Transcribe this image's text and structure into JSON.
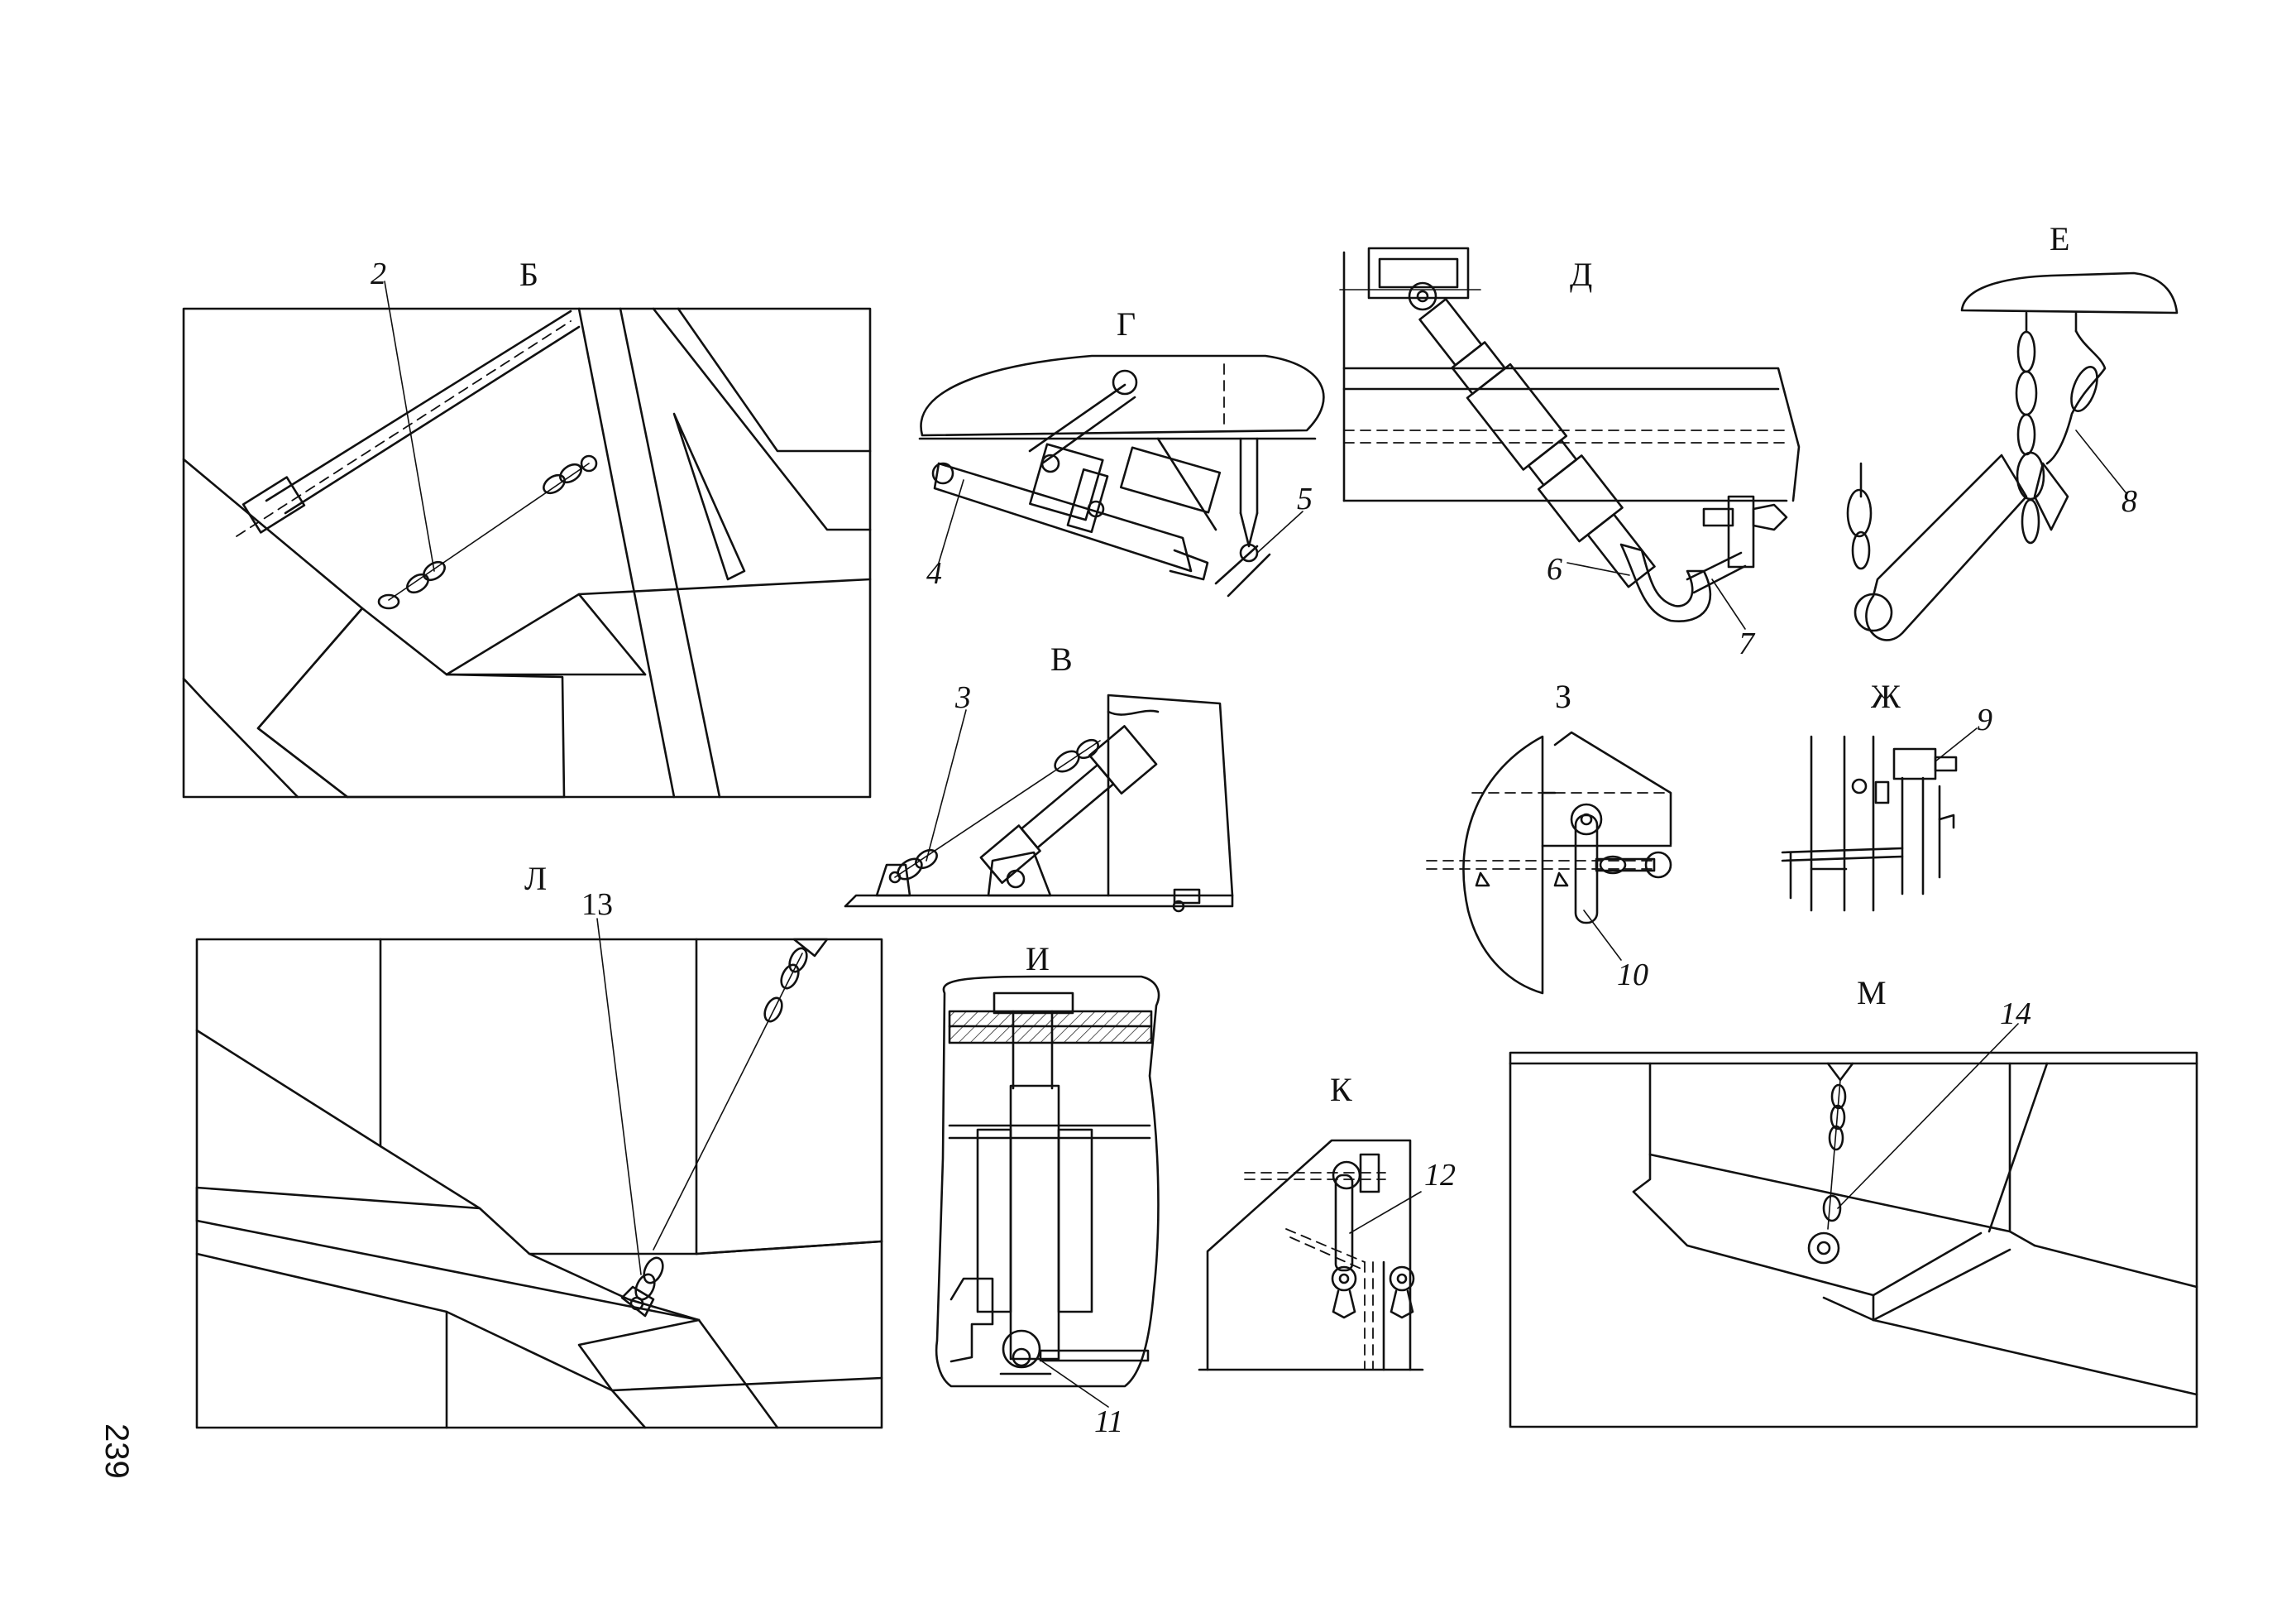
{
  "page_number": "239",
  "views": {
    "B": "Б",
    "G": "Г",
    "D": "Д",
    "E": "Е",
    "V": "В",
    "Z": "З",
    "ZH": "Ж",
    "L": "Л",
    "I": "И",
    "K": "К",
    "M": "М"
  },
  "callouts": {
    "c2": "2",
    "c3": "3",
    "c4": "4",
    "c5": "5",
    "c6": "6",
    "c7": "7",
    "c8": "8",
    "c9": "9",
    "c10": "10",
    "c11": "11",
    "c12": "12",
    "c13": "13",
    "c14": "14"
  }
}
